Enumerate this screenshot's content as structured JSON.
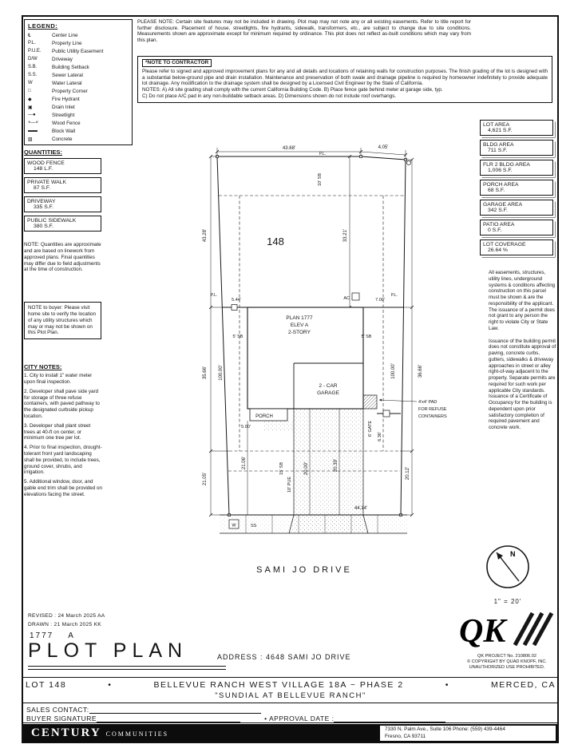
{
  "legend": {
    "title": "LEGEND:",
    "items": [
      {
        "symbol": "℄",
        "label": "Center Line"
      },
      {
        "symbol": "P.L.",
        "label": "Property Line"
      },
      {
        "symbol": "P.U.E.",
        "label": "Public Utility Easement"
      },
      {
        "symbol": "D/W",
        "label": "Driveway"
      },
      {
        "symbol": "S.B.",
        "label": "Building Setback"
      },
      {
        "symbol": "S.S.",
        "label": "Sewer Lateral"
      },
      {
        "symbol": "W",
        "label": "Water Lateral"
      },
      {
        "symbol": "□",
        "label": "Property Corner"
      },
      {
        "symbol": "◆",
        "label": "Fire Hydrant"
      },
      {
        "symbol": "▣",
        "label": "Drain Inlet"
      },
      {
        "symbol": "—●",
        "label": "Streetlight"
      },
      {
        "symbol": "×—×",
        "label": "Wood Fence"
      },
      {
        "symbol": "▬▬",
        "label": "Block Wall"
      },
      {
        "symbol": "▨",
        "label": "Concrete"
      }
    ]
  },
  "please_note": "PLEASE NOTE:  Certain site features may not be included in drawing. Plot map may not note any or all existing easements. Refer to title report for further disclosure. Placement of house, streetlights, fire hydrants, sidewalk, transformers, etc., are subject to change due to site conditions. Measurements shown are approximate except for minimum required by ordinance. This plot does not reflect as-built conditions which may vary from this plan.",
  "contractor_note": {
    "title": "*NOTE TO CONTRACTOR",
    "body": "Please refer to signed and approved improvement plans for any and all details and locations of retaining walls for construction purposes. The finish grading of the lot is designed with a substantial below-ground pipe and drain installation. Maintenance and preservation of both swale and drainage pipeline is required by homeowner indefinitely to provide adequate lot drainage. Any modification to the drainage system shall be designed by a Licensed Civil Engineer by the State of California.",
    "notes1": "NOTES:   A) All site grading shall comply with the current California Building Code.   B) Place fence gate behind meter at garage side, typ.",
    "notes2": "C) Do not place A/C pad in any non-buildable setback areas.   D) Dimensions shown do not include roof overhangs."
  },
  "areas": {
    "items": [
      {
        "label": "LOT AREA",
        "value": "4,621 S.F."
      },
      {
        "label": "BLDG AREA",
        "value": "711 S.F."
      },
      {
        "label": "FLR 2 BLDG AREA",
        "value": "1,006 S.F."
      },
      {
        "label": "PORCH AREA",
        "value": "68 S.F."
      },
      {
        "label": "GARAGE AREA",
        "value": "342 S.F."
      },
      {
        "label": "PATIO AREA",
        "value": "0 S.F."
      },
      {
        "label": "LOT COVERAGE",
        "value": "26.64 %"
      }
    ]
  },
  "right_notes": {
    "para1": "All easements, structures, utility lines, underground systems & conditions affecting construction on this parcel must be shown & are the responsibility of the applicant. The issuance of a permit does not grant to any person the right to violate City or State Law.",
    "para2": "Issuance of the building permit does not constitute approval of paving, concrete curbs, gutters, sidewalks & driveway approaches in street or alley right-of-way adjacent to the property. Separate permits are required for such work per applicable City standards. Issuance of a Certificate of Occupancy for the building is dependent upon prior satisfactory completion of required pavement and concrete work."
  },
  "quantities": {
    "title": "QUANTITIES:",
    "items": [
      {
        "label": "WOOD FENCE",
        "value": "148 L.F."
      },
      {
        "label": "PRIVATE WALK",
        "value": "87 S.F."
      },
      {
        "label": "DRIVEWAY",
        "value": "335 S.F."
      },
      {
        "label": "PUBLIC SIDEWALK",
        "value": "380 S.F."
      }
    ]
  },
  "quantities_note": "NOTE: Quantities are approximate and are based on linework from approved plans. Final quantities may differ due to field adjustments at the time of construction.",
  "buyer_note": "NOTE to buyer: Please visit home site to verify the location of any utility structures which may or may not be shown on this Plot Plan.",
  "city_notes": {
    "title": "CITY NOTES:",
    "items": [
      "1. City to install 1\" water meter upon final inspection.",
      "2. Developer shall pave side yard for storage of three refuse containers, with paved pathway to the designated curbside pickup location.",
      "3. Developer shall plant street trees at 40-ft on center, or minimum one tree per lot.",
      "4. Prior to final inspection, drought-tolerant front yard landscaping shall be provided, to include trees, ground cover, shrubs, and irrigation.",
      "5. Additional window, door, and gable end trim shall be provided on elevations facing the street."
    ]
  },
  "plot": {
    "lot_number": "148",
    "street_name": "SAMI JO DRIVE",
    "labels": {
      "pl": "P.L.",
      "dim_43_68": "43.68'",
      "dim_4_05": "4.05'",
      "sb_10": "10' SB",
      "dim_43_28": "43.28'",
      "dim_33_21": "33.21'",
      "dim_5_44": "5.44'",
      "ac": "AC",
      "dim_7_00": "7.00'",
      "plan_line1": "PLAN 1777",
      "plan_line2": "ELEV A",
      "plan_line3": "2-STORY",
      "sb_5": "5' SB",
      "dim_35_66": "35.66'",
      "dim_100_00": "100.00'",
      "dim_36_66": "36.66'",
      "garage_line1": "2 - CAR",
      "garage_line2": "GARAGE",
      "pad_line1": "4'x4' PAD",
      "pad_line2": "FOR REFUSE",
      "pad_line3": "CONTAINERS",
      "porch": "PORCH",
      "dim_5_00": "5.00'",
      "gate_6": "6' GATE",
      "dim_6_36": "6.36'",
      "dim_21_05": "21.05'",
      "dim_21_06": "21.06'",
      "sb_15": "15' SB",
      "pue_10": "10' PUE",
      "dim_20_00": "20.00'",
      "dim_20_39": "20.39'",
      "dim_20_12": "20.12'",
      "dim_44_14": "44.14'",
      "w": "W",
      "ss": "SS"
    }
  },
  "north": {
    "n": "N",
    "scale": "1\" = 20'"
  },
  "titleblock": {
    "revised": "REVISED :  24 March 2025   AA",
    "drawn": "DRAWN :   21 March 2025   KK",
    "plan_number": "1777",
    "elevation": "A",
    "title": "PLOT PLAN",
    "address": "ADDRESS :  4648 SAMI JO DRIVE"
  },
  "qk": {
    "logo": "QK",
    "project": "QK PROJECT No. 210806.02",
    "copyright": "© COPYRIGHT BY QUAD KNOPF, INC.",
    "prohibited": "UNAUTHORIZED USE PROHIBITED."
  },
  "footer": {
    "lot": "LOT 148",
    "bullet": "•",
    "tract": "BELLEVUE RANCH WEST VILLAGE 18A ~ PHASE 2",
    "city": "MERCED, CA",
    "subdivision": "\"SUNDIAL AT BELLEVUE RANCH\""
  },
  "signature": {
    "sales_label": "SALES CONTACT:",
    "buyer_label": "BUYER SIGNATURE",
    "approval_label": "•   APPROVAL DATE :"
  },
  "brand": {
    "name": "CENTURY",
    "sub": "COMMUNITIES",
    "address_line1": "7330 N. Palm Ave., Suite 106    Phone:  (559) 439-4464",
    "address_line2": "Fresno, CA  93711"
  }
}
